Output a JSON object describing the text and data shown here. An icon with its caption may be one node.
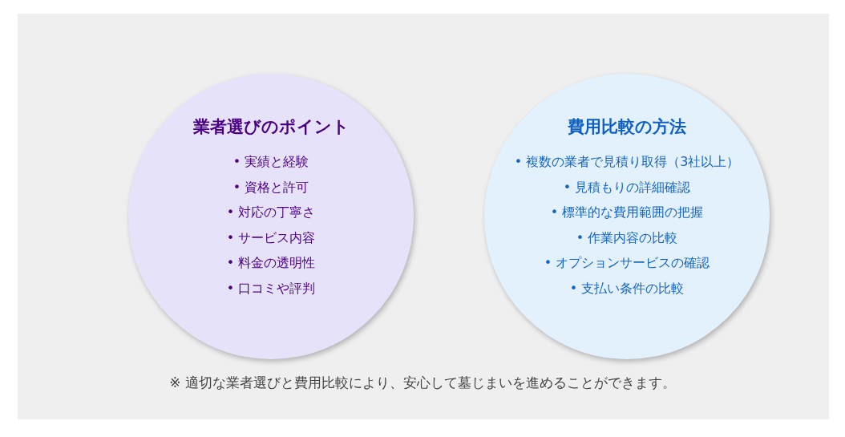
{
  "diagram": {
    "nodes": [
      {
        "text": [
          "業者選びのポイント",
          "• 実績と経験",
          "• 資格と許可",
          "• 対応の丁寧さ",
          "• サービス内容",
          "• 料金の透明性",
          "• 口コミや評判"
        ]
      },
      {
        "text": [
          "費用比較の方法",
          "• 複数の業者で見積り取得（3社以上）",
          "• 見積もりの詳細確認",
          "• 標準的な費用範囲の把握",
          "• 作業内容の比較",
          "• オプションサービスの確認",
          "• 支払い条件の比較"
        ]
      }
    ],
    "caption": "※ 適切な業者選びと費用比較により、安心して墓じまいを進めることができます。"
  }
}
